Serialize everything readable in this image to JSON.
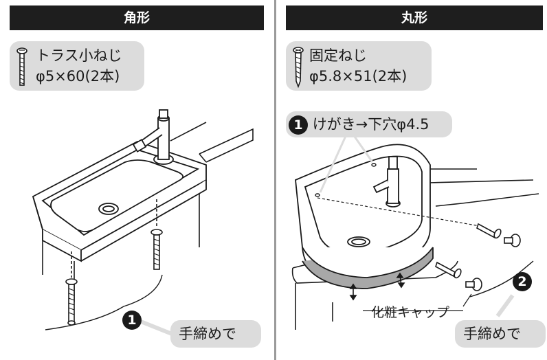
{
  "left": {
    "header": "角形",
    "screw_name": "トラス小ねじ",
    "screw_spec": "φ5×60(2本)",
    "step1_number": "1",
    "step1_label": "手締めで"
  },
  "right": {
    "header": "丸形",
    "screw_name": "固定ねじ",
    "screw_spec": "φ5.8×51(2本)",
    "step1_number": "1",
    "step1_label": "けがき→下穴φ4.5",
    "cap_label": "化粧キャップ",
    "step2_number": "2",
    "step2_label": "手締めで"
  },
  "colors": {
    "header_bg": "#1e1e1e",
    "callout_bg": "#dcdcdc",
    "cap_band": "#a8a8a8"
  }
}
